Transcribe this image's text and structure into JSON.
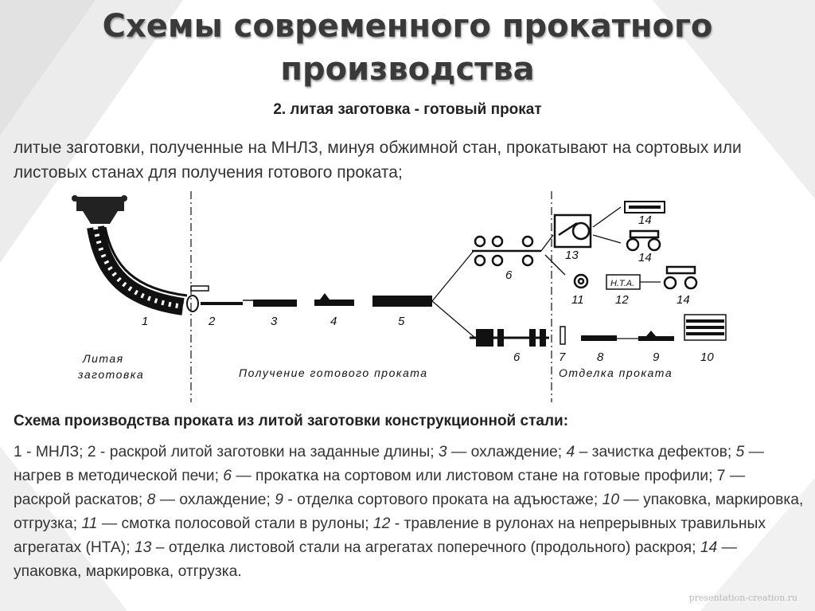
{
  "title_line1": "Схемы современного прокатного",
  "title_line2": "производства",
  "subtitle": "2. литая заготовка - готовый прокат",
  "intro": "литые заготовки, полученные на МНЛЗ, минуя обжимной стан, прокатывают на сортовых или листовых станах для получения готового проката;",
  "diagram": {
    "numbers": [
      "1",
      "2",
      "3",
      "4",
      "5",
      "6",
      "6",
      "7",
      "8",
      "9",
      "10",
      "11",
      "12",
      "13",
      "14",
      "14",
      "14"
    ],
    "nta": "Н.Т.А.",
    "zone_left_1": "Литая",
    "zone_left_2": "заготовка",
    "zone_middle": "Получение готового проката",
    "zone_right": "Отделка проката"
  },
  "caption_head": "Схема производства проката из литой заготовки конструкционной стали:",
  "legend": [
    {
      "t": "1 - МНЛЗ; 2 - раскрой литой заготовки на заданные длины; ",
      "i": false
    },
    {
      "t": "3",
      "i": true
    },
    {
      "t": " — охлаждение; ",
      "i": false
    },
    {
      "t": "4",
      "i": true
    },
    {
      "t": " – зачистка дефектов; ",
      "i": false
    },
    {
      "t": "5",
      "i": true
    },
    {
      "t": " — нагрев в методической печи; ",
      "i": false
    },
    {
      "t": "6",
      "i": true
    },
    {
      "t": " — прокатка на сортовом или листовом стане на готовые профили; 7 — раскрой раскатов; ",
      "i": false
    },
    {
      "t": "8",
      "i": true
    },
    {
      "t": " — охлаждение; ",
      "i": false
    },
    {
      "t": "9",
      "i": true
    },
    {
      "t": " - отделка сортового проката на адъюстаже; ",
      "i": false
    },
    {
      "t": "10",
      "i": true
    },
    {
      "t": " — упаковка, маркировка, отгрузка; ",
      "i": false
    },
    {
      "t": "11",
      "i": true
    },
    {
      "t": " — смотка полосовой стали в рулоны;   ",
      "i": false
    },
    {
      "t": "12",
      "i": true
    },
    {
      "t": " - травление в рулонах на непрерывных травильных агрегатах (НТА); ",
      "i": false
    },
    {
      "t": "13",
      "i": true
    },
    {
      "t": " – отделка листовой стали на агрегатах поперечного (продольного) раскроя; ",
      "i": false
    },
    {
      "t": "14",
      "i": true
    },
    {
      "t": " — упаковка, маркировка, отгрузка.",
      "i": false
    }
  ],
  "watermark": "presentation-creation.ru"
}
